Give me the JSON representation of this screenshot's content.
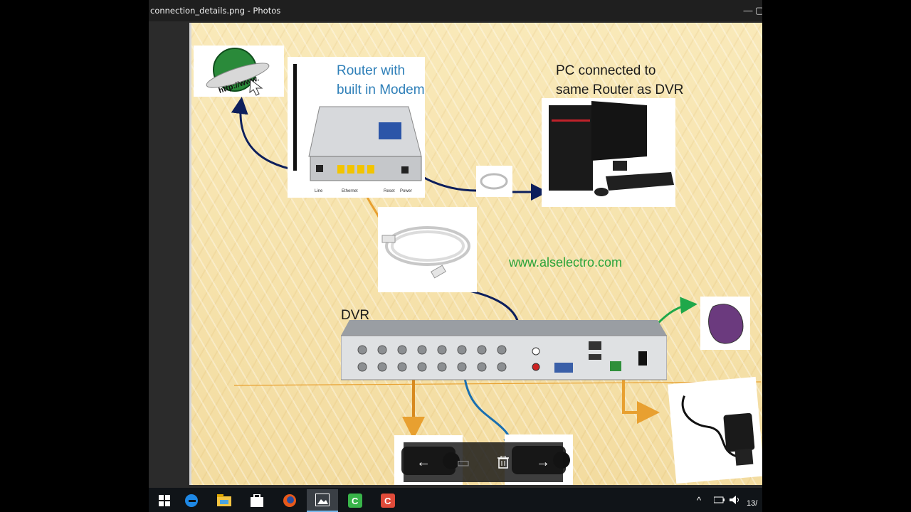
{
  "window": {
    "title": "connection_details.png - Photos",
    "minimize_glyph": "—",
    "maximize_glyph": "▢"
  },
  "image": {
    "router_label": "Router with\nbuilt in Modem",
    "pc_label": "PC connected to\nsame Router as DVR",
    "dvr_label": "DVR",
    "website": "www.alselectro.com",
    "globe_text": "http://www.",
    "router_ports": [
      "Line",
      "Ethernet",
      "Reset",
      "Power"
    ],
    "colors": {
      "router_label": "#2e7fb8",
      "website": "#2aa33a",
      "cable_navy": "#0d1f5c",
      "cable_orange": "#e8a030",
      "cable_green": "#1fa84a",
      "cable_blue": "#1a6fb0"
    }
  },
  "toolbar": {
    "items": [
      {
        "name": "previous-button",
        "icon": "arrow-left-icon",
        "glyph": "←"
      },
      {
        "name": "slideshow-button",
        "icon": "slideshow-icon",
        "glyph": "▭"
      },
      {
        "name": "delete-button",
        "icon": "trash-icon",
        "glyph": "🗑"
      },
      {
        "name": "next-button",
        "icon": "arrow-right-icon",
        "glyph": "→"
      }
    ]
  },
  "taskbar": {
    "apps": [
      "start-icon",
      "edge-icon",
      "file-explorer-icon",
      "store-icon",
      "firefox-icon",
      "photos-icon",
      "camtasia-recorder-icon",
      "camtasia-studio-icon"
    ],
    "tray_chevron": "^",
    "clock": "13/"
  }
}
